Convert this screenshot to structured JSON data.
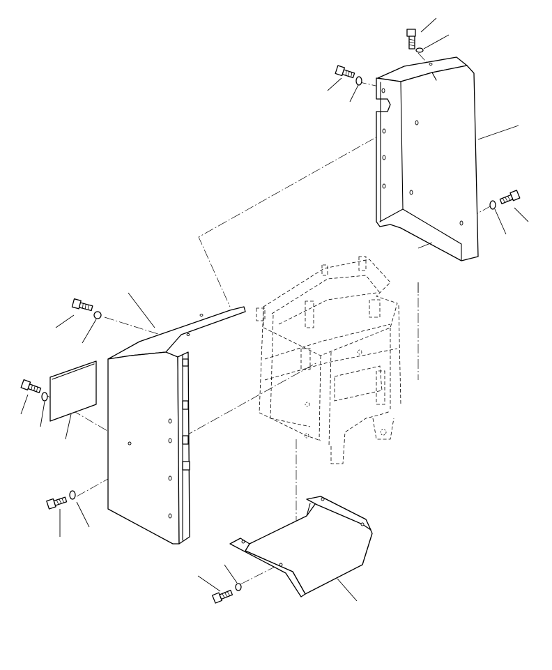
{
  "colors": {
    "line": "#000000",
    "background": "#ffffff"
  },
  "parts": [
    "upper-right-cover",
    "left-front-cover",
    "bottom-under-cover",
    "frame-assembly",
    "cover-plate",
    "bolts",
    "washers"
  ]
}
